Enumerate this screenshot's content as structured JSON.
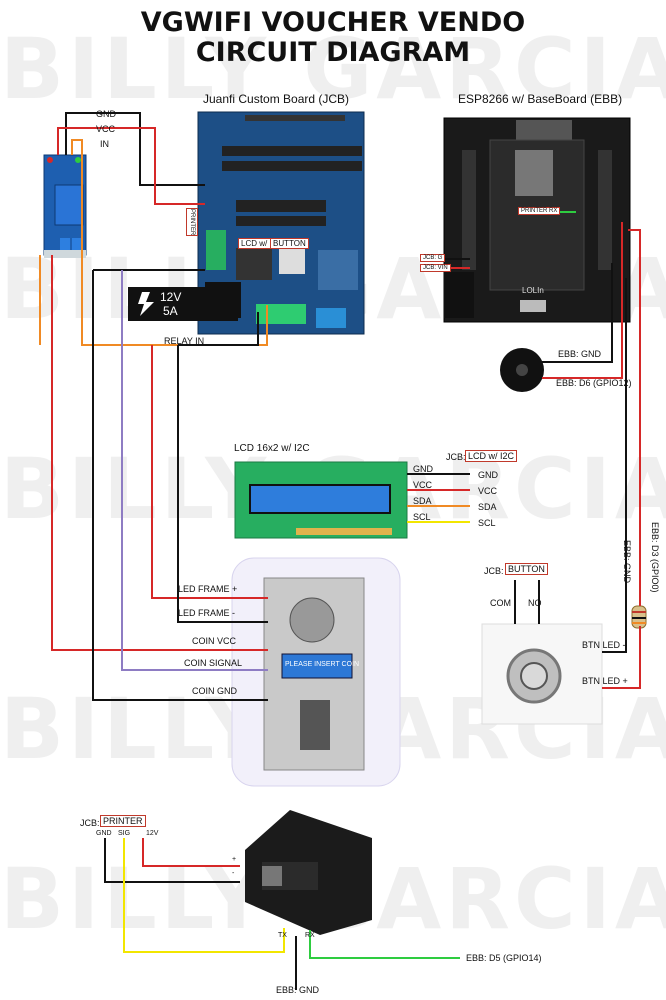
{
  "title": {
    "line1": "VGWIFI VOUCHER VENDO",
    "line2": "CIRCUIT DIAGRAM"
  },
  "watermark": "BILLY GARCIA",
  "jcb": {
    "title": "Juanfi Custom Board (JCB)",
    "printer_tag": "PRINTER",
    "lcd_tag": "LCD w/ I2C",
    "button_tag": "BUTTON",
    "power_label_v": "12V",
    "power_label_a": "5A"
  },
  "ebb": {
    "title": "ESP8266 w/ BaseBoard (EBB)",
    "tag_g": "JCB: G",
    "tag_vin": "JCB: VIN",
    "printer_rx": "PRINTER RX",
    "brand": "LOLIn"
  },
  "relay": {
    "gnd": "GND",
    "vcc": "VCC",
    "in": "IN",
    "relay_in": "RELAY IN"
  },
  "buzzer": {
    "gnd": "EBB: GND",
    "d6": "EBB: D6 (GPIO12)"
  },
  "lcd": {
    "title": "LCD 16x2 w/ I2C",
    "jcb_prefix": "JCB:",
    "jcb_tag": "LCD w/ I2C",
    "pins": [
      "GND",
      "VCC",
      "SDA",
      "SCL"
    ]
  },
  "coin": {
    "led_plus": "LED FRAME +",
    "led_minus": "LED FRAME -",
    "vcc": "COIN VCC",
    "signal": "COIN SIGNAL",
    "gnd": "COIN GND",
    "display": "PLEASE INSERT COIN"
  },
  "button": {
    "jcb_prefix": "JCB:",
    "jcb_tag": "BUTTON",
    "com": "COM",
    "no": "NO",
    "led_minus": "BTN LED -",
    "led_plus": "BTN LED +",
    "ebb_gnd": "EBB: GND",
    "ebb_d3": "EBB: D3 (GPIO0)"
  },
  "printer": {
    "jcb_prefix": "JCB:",
    "jcb_tag": "PRINTER",
    "gnd": "GND",
    "sig": "SIG",
    "v12": "12V",
    "tx": "TX",
    "rx": "RX",
    "plus": "+",
    "minus": "-",
    "ebb_d5": "EBB: D5 (GPIO14)",
    "ebb_gnd": "EBB: GND"
  },
  "wire_colors": {
    "black": "#111111",
    "red": "#d62828",
    "orange": "#f08a24",
    "yellow": "#f2e600",
    "green": "#2ecc40",
    "purple": "#8e7cc3"
  }
}
